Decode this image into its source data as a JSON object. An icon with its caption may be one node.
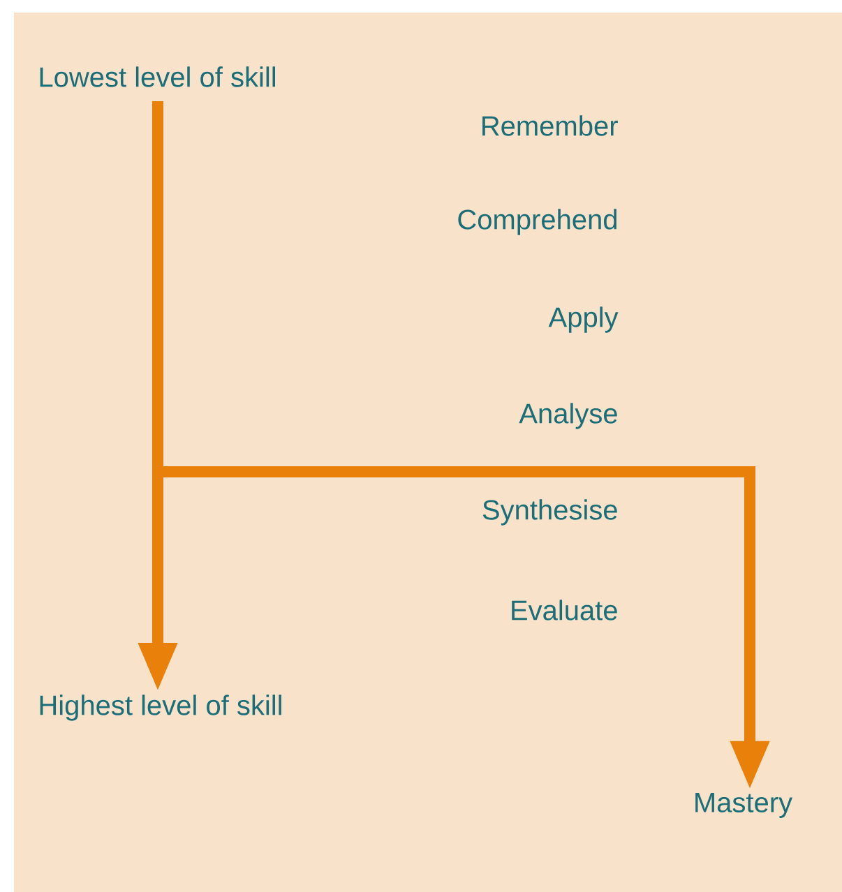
{
  "diagram": {
    "nodes": [
      {
        "text": [
          "Lowest level of skill"
        ]
      },
      {
        "text": [
          "Highest level of skill"
        ]
      },
      {
        "text": [
          "Mastery"
        ]
      }
    ],
    "edges": [
      {
        "from": 0,
        "to": 1,
        "arrow": "to"
      },
      {
        "from": 0,
        "to": 2,
        "arrow": "to"
      }
    ],
    "labels": [
      "Remember",
      "Comprehend",
      "Apply",
      "Analyse",
      "Synthesise",
      "Evaluate"
    ]
  }
}
